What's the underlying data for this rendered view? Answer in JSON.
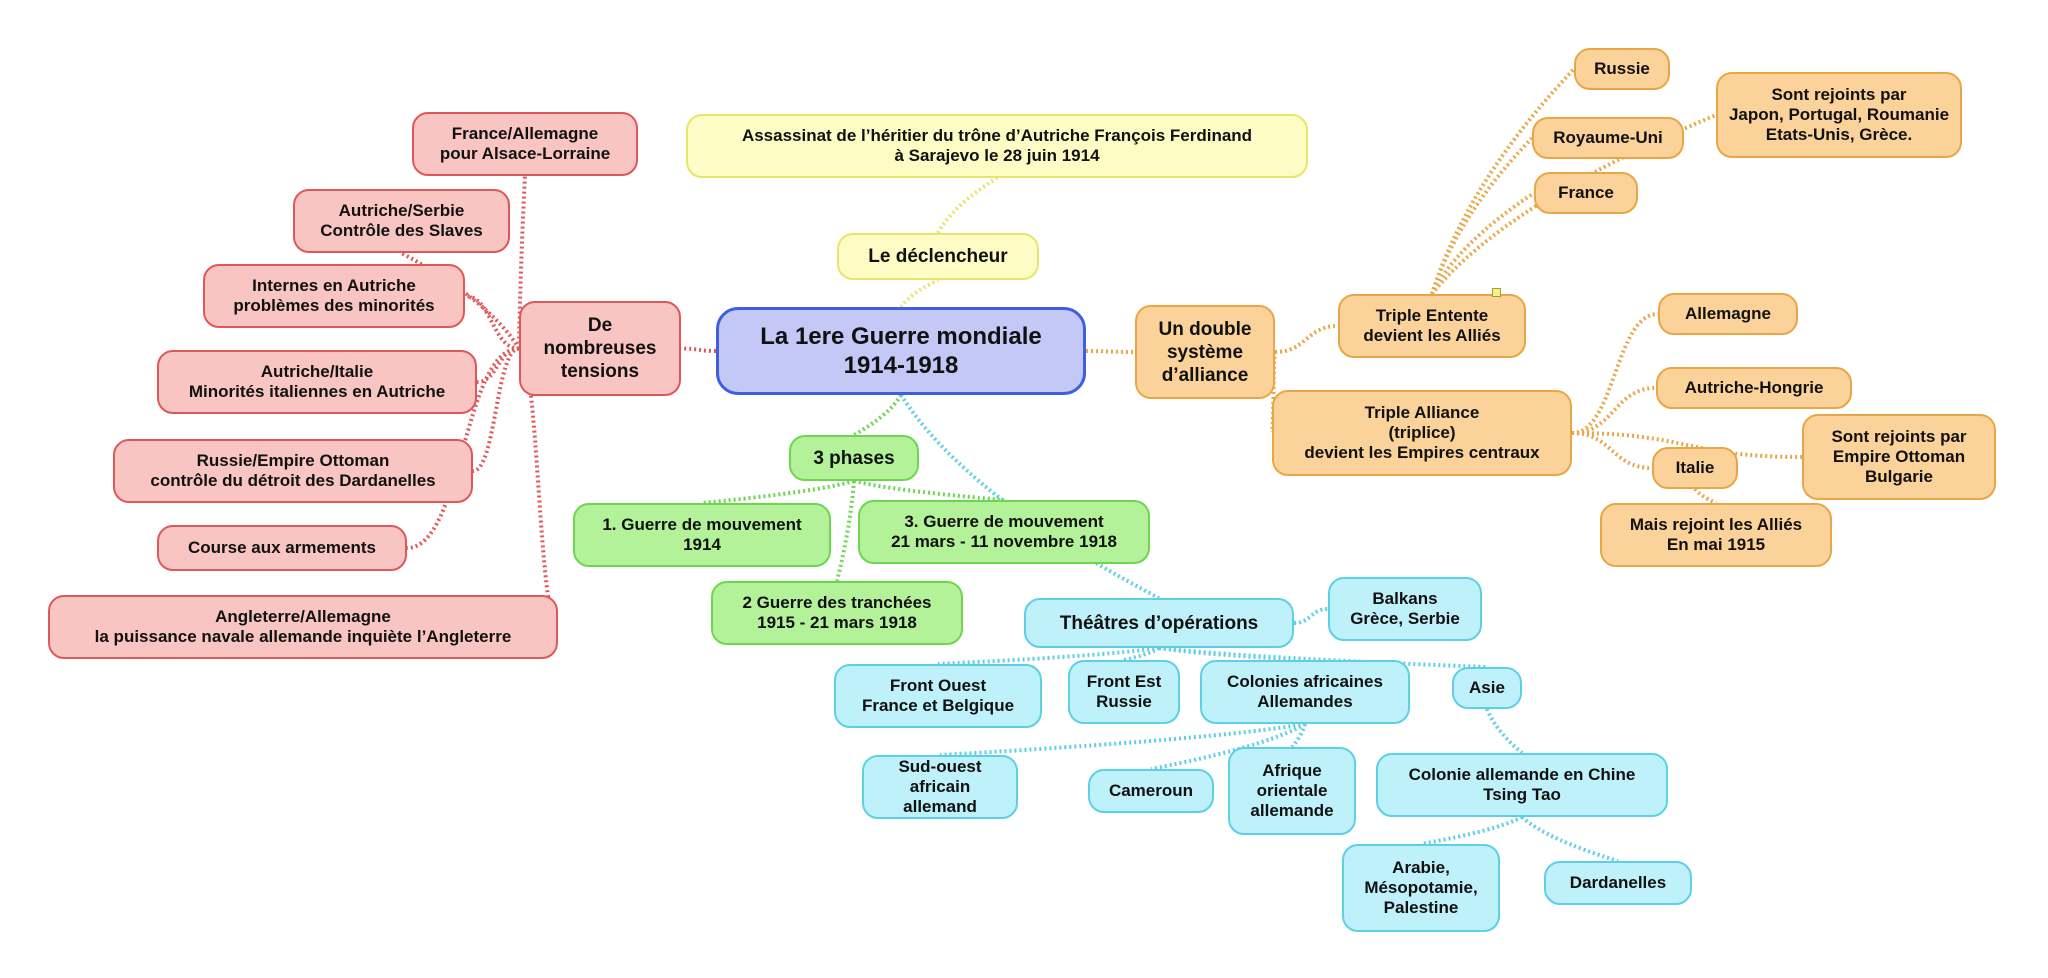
{
  "center": "La 1ere Guerre mondiale\n1914-1918",
  "trigger": {
    "label": "Le déclencheur",
    "event": "Assassinat de l’héritier du trône d’Autriche François Ferdinand\nà Sarajevo le 28 juin 1914"
  },
  "tensions": {
    "label": "De\nnombreuses\ntensions",
    "items": [
      "France/Allemagne\npour Alsace-Lorraine",
      "Autriche/Serbie\nContrôle des Slaves",
      "Internes en Autriche\nproblèmes des minorités",
      "Autriche/Italie\nMinorités italiennes en Autriche",
      "Russie/Empire Ottoman\ncontrôle du détroit des Dardanelles",
      "Course aux armements",
      "Angleterre/Allemagne\nla puissance navale allemande inquiète l’Angleterre"
    ]
  },
  "alliances": {
    "label": "Un double\nsystème\nd’alliance",
    "entente": {
      "label": "Triple Entente\ndevient les Alliés",
      "russie": "Russie",
      "ru": "Royaume-Uni",
      "france": "France",
      "joined": "Sont rejoints par\nJapon, Portugal, Roumanie\nEtats-Unis, Grèce."
    },
    "alliance": {
      "label": "Triple Alliance\n(triplice)\ndevient les Empires centraux",
      "allemagne": "Allemagne",
      "autriche": "Autriche-Hongrie",
      "joined": "Sont rejoints par\nEmpire Ottoman\nBulgarie",
      "italie": "Italie",
      "italie_note": "Mais rejoint les Alliés\nEn mai 1915"
    }
  },
  "phases": {
    "label": "3 phases",
    "p1": "1. Guerre de mouvement\n1914",
    "p2": "2 Guerre des tranchées\n1915 - 21 mars 1918",
    "p3": "3. Guerre de mouvement\n21 mars - 11 novembre 1918"
  },
  "theatres": {
    "label": "Théâtres d’opérations",
    "balkans": "Balkans\nGrèce, Serbie",
    "ouest": "Front Ouest\nFrance et Belgique",
    "est": "Front Est\nRussie",
    "colonies": "Colonies africaines\nAllemandes",
    "sudouest": "Sud-ouest\nafricain allemand",
    "cameroun": "Cameroun",
    "afrique_or": "Afrique\norientale\nallemande",
    "asie": "Asie",
    "chine": "Colonie allemande en Chine\nTsing Tao",
    "arabie": "Arabie,\nMésopotamie,\nPalestine",
    "dardanelles": "Dardanelles"
  },
  "colors": {
    "red": "#e0575a",
    "yellow": "#e9e46a",
    "green": "#6cd650",
    "orange": "#e8a746",
    "cyan": "#5dcfe6",
    "center": "#3d5fe0"
  }
}
